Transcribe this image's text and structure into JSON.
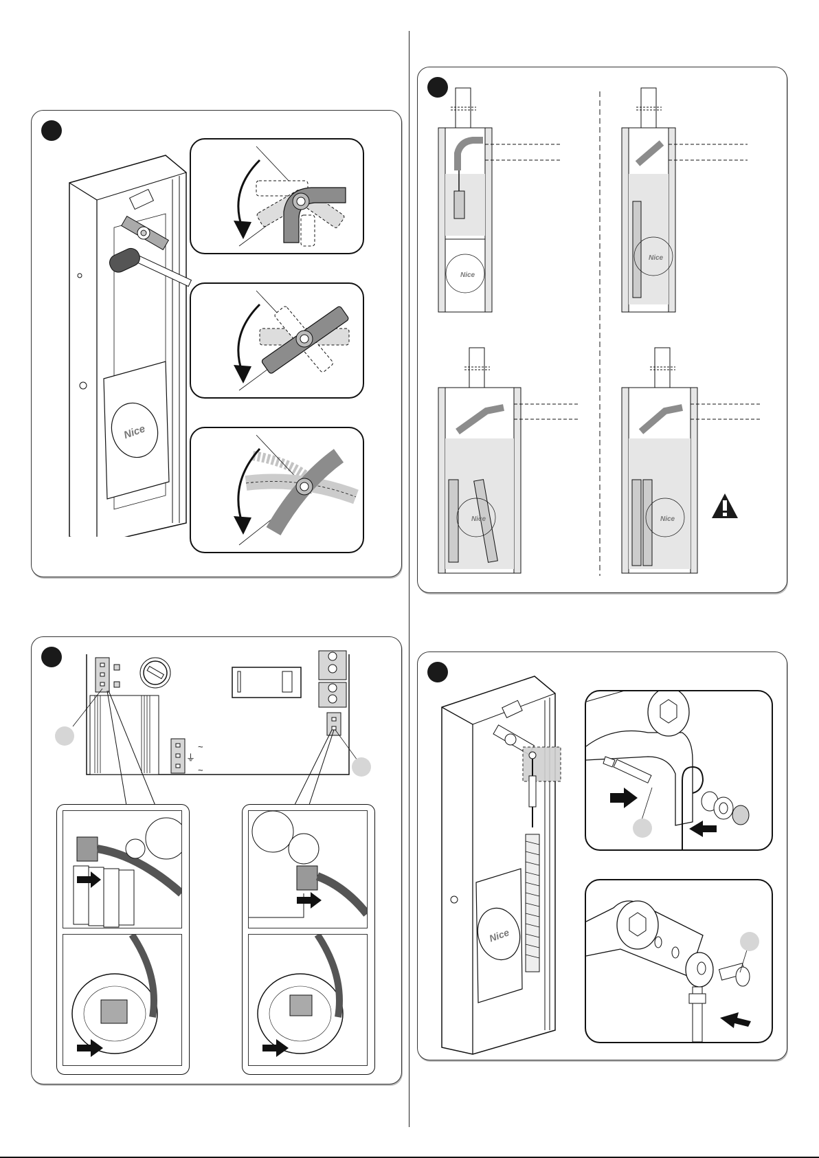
{
  "page": {
    "type": "installation-manual-illustrations",
    "figures": [
      {
        "id": "fig-a",
        "step_marker": "",
        "description": "Arm adjustment with mallet; three lever positions with rotation arrows"
      },
      {
        "id": "fig-b",
        "step_marker": "",
        "description": "Spring configurations: four cabinet variants",
        "warning_icon": "warning-triangle-icon"
      },
      {
        "id": "fig-c",
        "step_marker": "",
        "description": "Control board connector wiring; two connector detail insets",
        "symbols": {
          "ac_top": "~",
          "earth": "⏚",
          "ac_bottom": "~"
        }
      },
      {
        "id": "fig-d",
        "step_marker": "",
        "description": "Spring attachment detail with bolt and eyelet insets"
      }
    ],
    "brand_logo": "Nice",
    "colors": {
      "line": "#111111",
      "part_gray": "#8c8c8c",
      "fill_light": "#e6e6e6",
      "callout": "#d6d6d6",
      "step_dot": "#1a1a1a"
    }
  }
}
